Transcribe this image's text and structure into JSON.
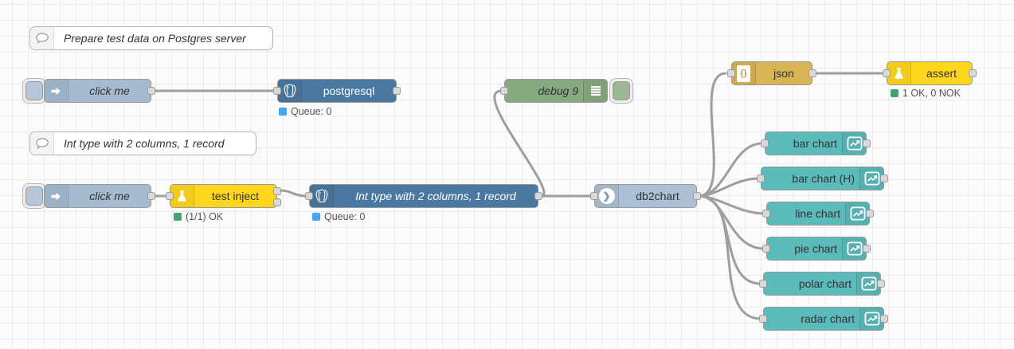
{
  "comments": {
    "c1": "Prepare test data on Postgres server",
    "c2": "Int type with 2 columns, 1 record"
  },
  "nodes": {
    "inject1": {
      "label": "click me"
    },
    "inject2": {
      "label": "click me"
    },
    "postgres1": {
      "label": "postgresql",
      "status": "Queue: 0"
    },
    "test_inject": {
      "label": "test inject",
      "status": "(1/1) OK"
    },
    "postgres2": {
      "label": "Int type with 2 columns, 1 record",
      "status": "Queue: 0"
    },
    "debug": {
      "label": "debug 9"
    },
    "db2chart": {
      "label": "db2chart"
    },
    "json": {
      "label": "json"
    },
    "assert": {
      "label": "assert",
      "status": "1 OK, 0 NOK"
    },
    "charts": [
      {
        "label": "bar chart"
      },
      {
        "label": "bar chart (H)"
      },
      {
        "label": "line chart"
      },
      {
        "label": "pie chart"
      },
      {
        "label": "polar chart"
      },
      {
        "label": "radar chart"
      }
    ]
  },
  "icons": {
    "chevron_glyph": "❯",
    "braces_glyph": "{}",
    "inject": "arrow-right-icon",
    "postgres": "postgres-elephant-icon",
    "debug": "list-icon",
    "test": "flask-icon",
    "chart": "line-chart-icon",
    "comment": "speech-bubble-icon"
  },
  "colors": {
    "inject": "#a6bbcf",
    "db2chart": "#abc0d4",
    "postgres": "#4b78a0",
    "debug": "#87a980",
    "test_yellow": "#ffd61e",
    "json_gold": "#d8b455",
    "chart_teal": "#5bbaba",
    "status_blue": "#42a5f5",
    "status_green": "#43a373",
    "wire": "#9e9e9e"
  }
}
